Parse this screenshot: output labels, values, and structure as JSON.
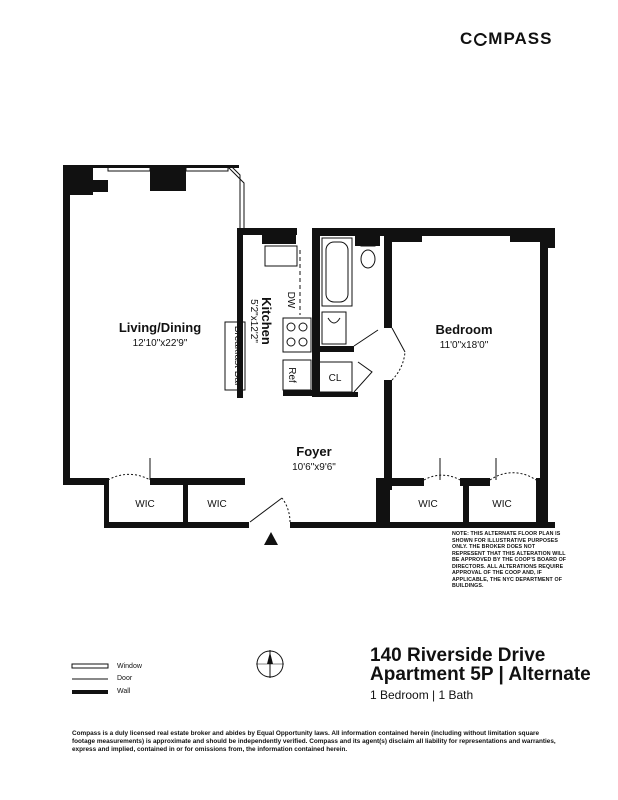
{
  "brand": {
    "logo_left": "C",
    "logo_right": "MPASS"
  },
  "rooms": {
    "living": {
      "name": "Living/Dining",
      "dims": "12'10\"x22'9\""
    },
    "kitchen": {
      "name": "Kitchen",
      "dims": "5'2\"x12'2\""
    },
    "bedroom": {
      "name": "Bedroom",
      "dims": "11'0\"x18'0\""
    },
    "foyer": {
      "name": "Foyer",
      "dims": "10'6\"x9'6\""
    }
  },
  "fixtures": {
    "breakfast_bar": "Breakfast Bar",
    "dw": "DW",
    "ref": "Ref",
    "cl": "CL",
    "wic_1": "WIC",
    "wic_2": "WIC",
    "wic_3": "WIC",
    "wic_4": "WIC"
  },
  "note": "Note: This alternate floor plan is shown for illustrative purposes only. The broker does not represent that this alteration will be approved by the coop's board of directors. All alterations require approval of the coop and, if applicable, the NYC Department of Buildings.",
  "listing": {
    "address": "140 Riverside Drive",
    "unit": "Apartment 5P | Alternate",
    "summary": "1 Bedroom | 1 Bath"
  },
  "legend": {
    "window": "Window",
    "door": "Door",
    "wall": "Wall"
  },
  "footer": "Compass is a duly licensed real estate broker and abides by Equal Opportunity laws. All information contained herein (including without limitation square footage measurements) is approximate and should be independently verified. Compass and its agent(s) disclaim all liability for representations and warranties, express and implied, contained in or for omissions from, the information contained herein."
}
